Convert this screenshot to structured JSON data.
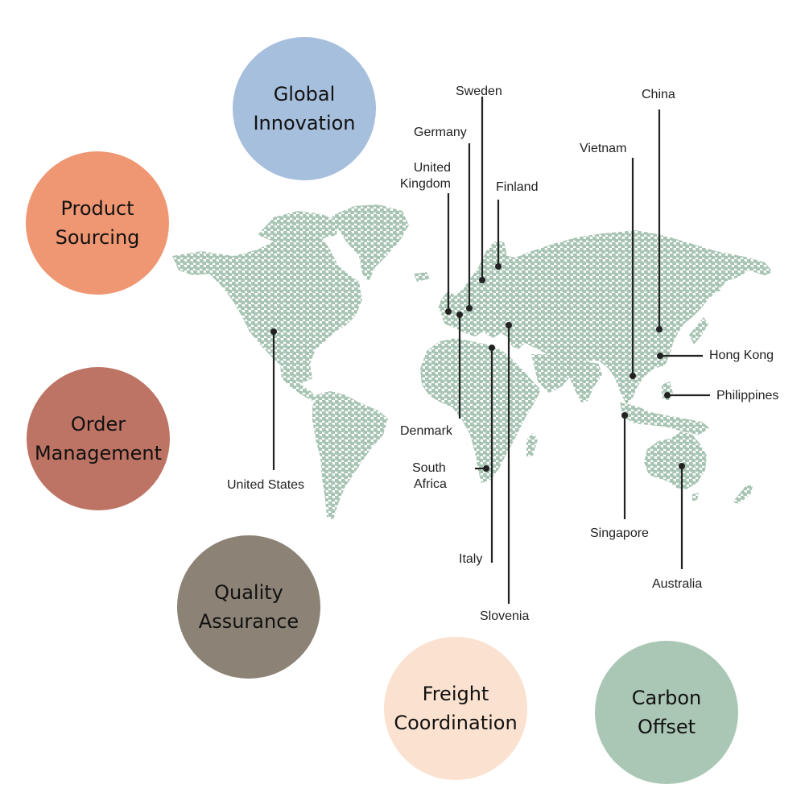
{
  "services": [
    {
      "line1": "Global",
      "line2": "Innovation",
      "color": "#a6bfdd"
    },
    {
      "line1": "Product",
      "line2": "Sourcing",
      "color": "#ef9672"
    },
    {
      "line1": "Order",
      "line2": "Management",
      "color": "#be7465"
    },
    {
      "line1": "Quality",
      "line2": "Assurance",
      "color": "#8c8276"
    },
    {
      "line1": "Freight",
      "line2": "Coordination",
      "color": "#fbe1cf"
    },
    {
      "line1": "Carbon",
      "line2": "Offset",
      "color": "#a9c7b4"
    }
  ],
  "map": {
    "dot_color": "#a7c4b3",
    "marker_color": "#222222"
  },
  "locations": [
    {
      "name": "Sweden"
    },
    {
      "name": "Germany"
    },
    {
      "name": "United",
      "name2": "Kingdom"
    },
    {
      "name": "Finland"
    },
    {
      "name": "China"
    },
    {
      "name": "Vietnam"
    },
    {
      "name": "Hong Kong"
    },
    {
      "name": "Philippines"
    },
    {
      "name": "United States"
    },
    {
      "name": "Denmark"
    },
    {
      "name": "South",
      "name2": "Africa"
    },
    {
      "name": "Italy"
    },
    {
      "name": "Slovenia"
    },
    {
      "name": "Singapore"
    },
    {
      "name": "Australia"
    }
  ]
}
